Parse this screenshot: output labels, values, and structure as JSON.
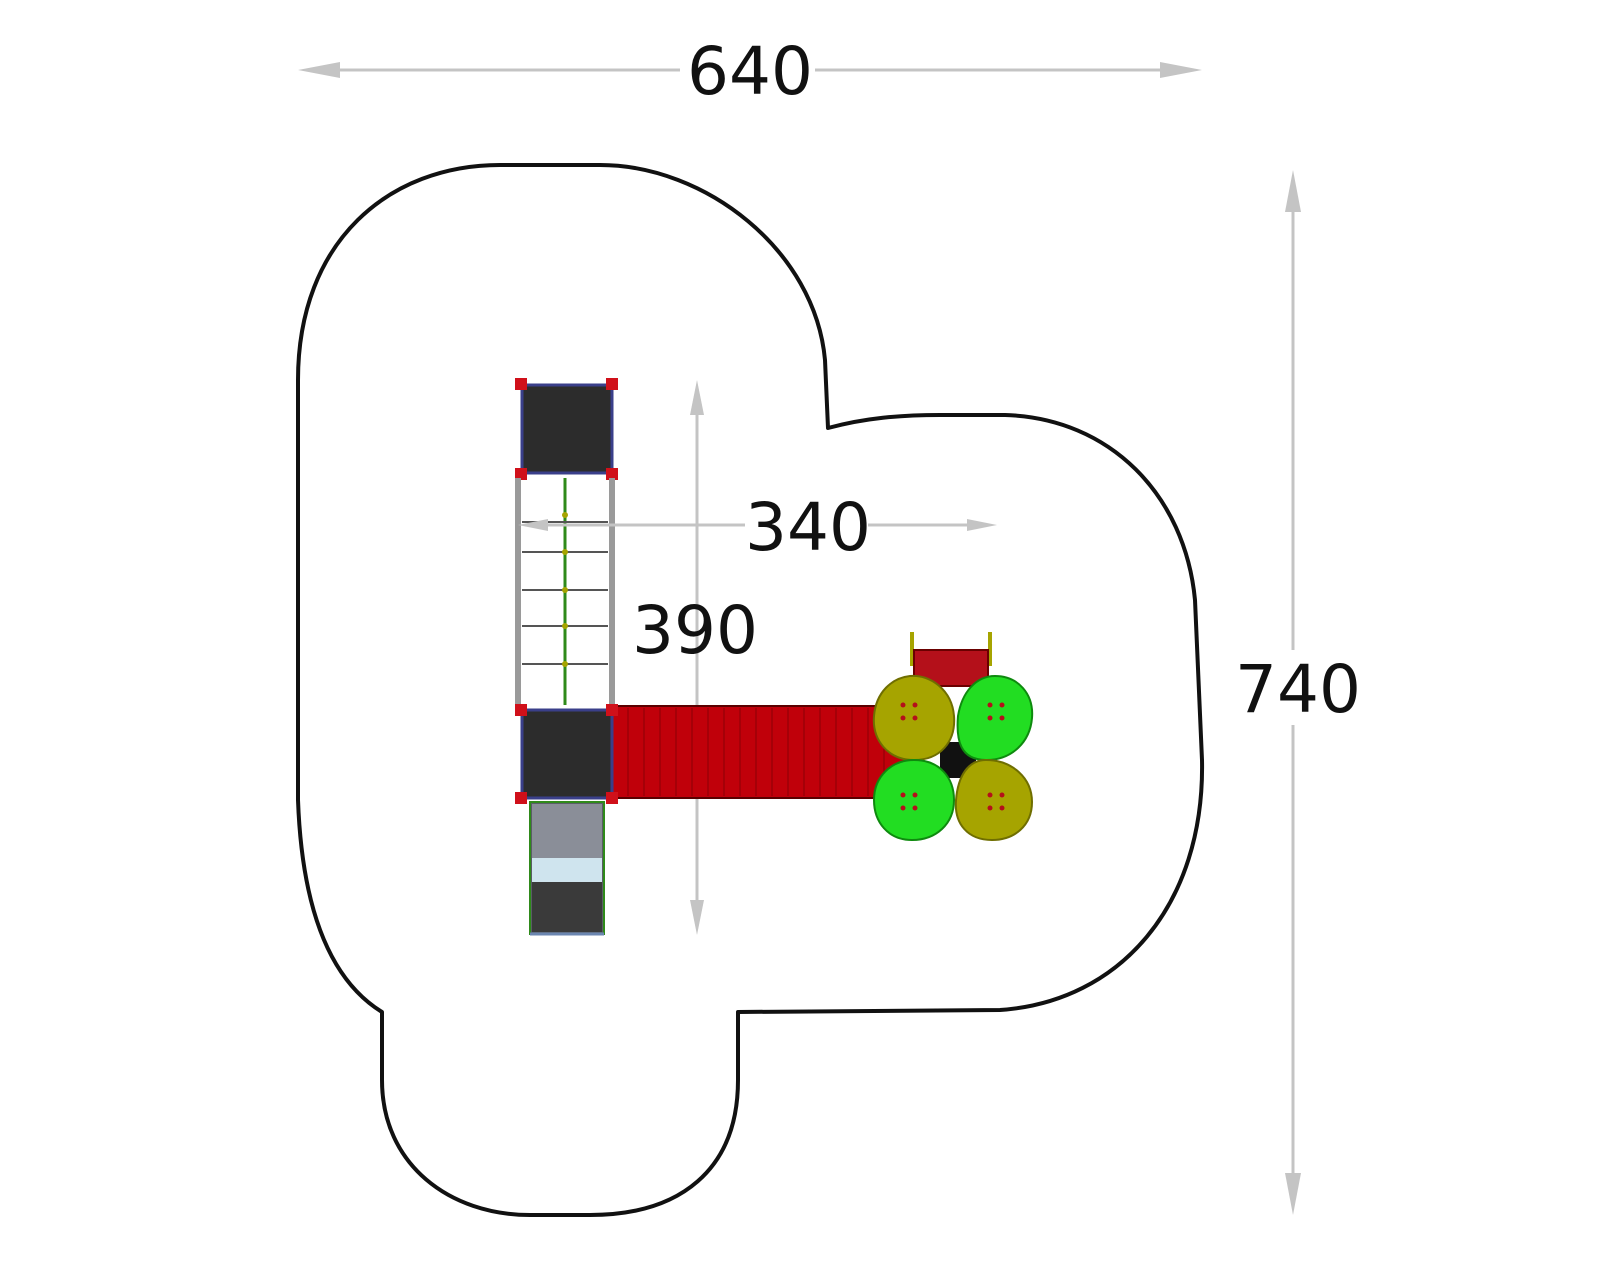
{
  "dimensions": {
    "overall_width": "640",
    "overall_depth": "740",
    "bridge_span": "340",
    "structure_depth": "390"
  },
  "colors": {
    "outline": "#111111",
    "dimension_line": "#c4c4c4",
    "bridge_red": "#c0000a",
    "deck_dark": "#2c2c2c",
    "roof_red": "#b4101a",
    "leaf_green": "#22dd22",
    "leaf_olive": "#a6a400",
    "slide_grey": "#5a5d66",
    "slide_light": "#cfe4ee"
  }
}
